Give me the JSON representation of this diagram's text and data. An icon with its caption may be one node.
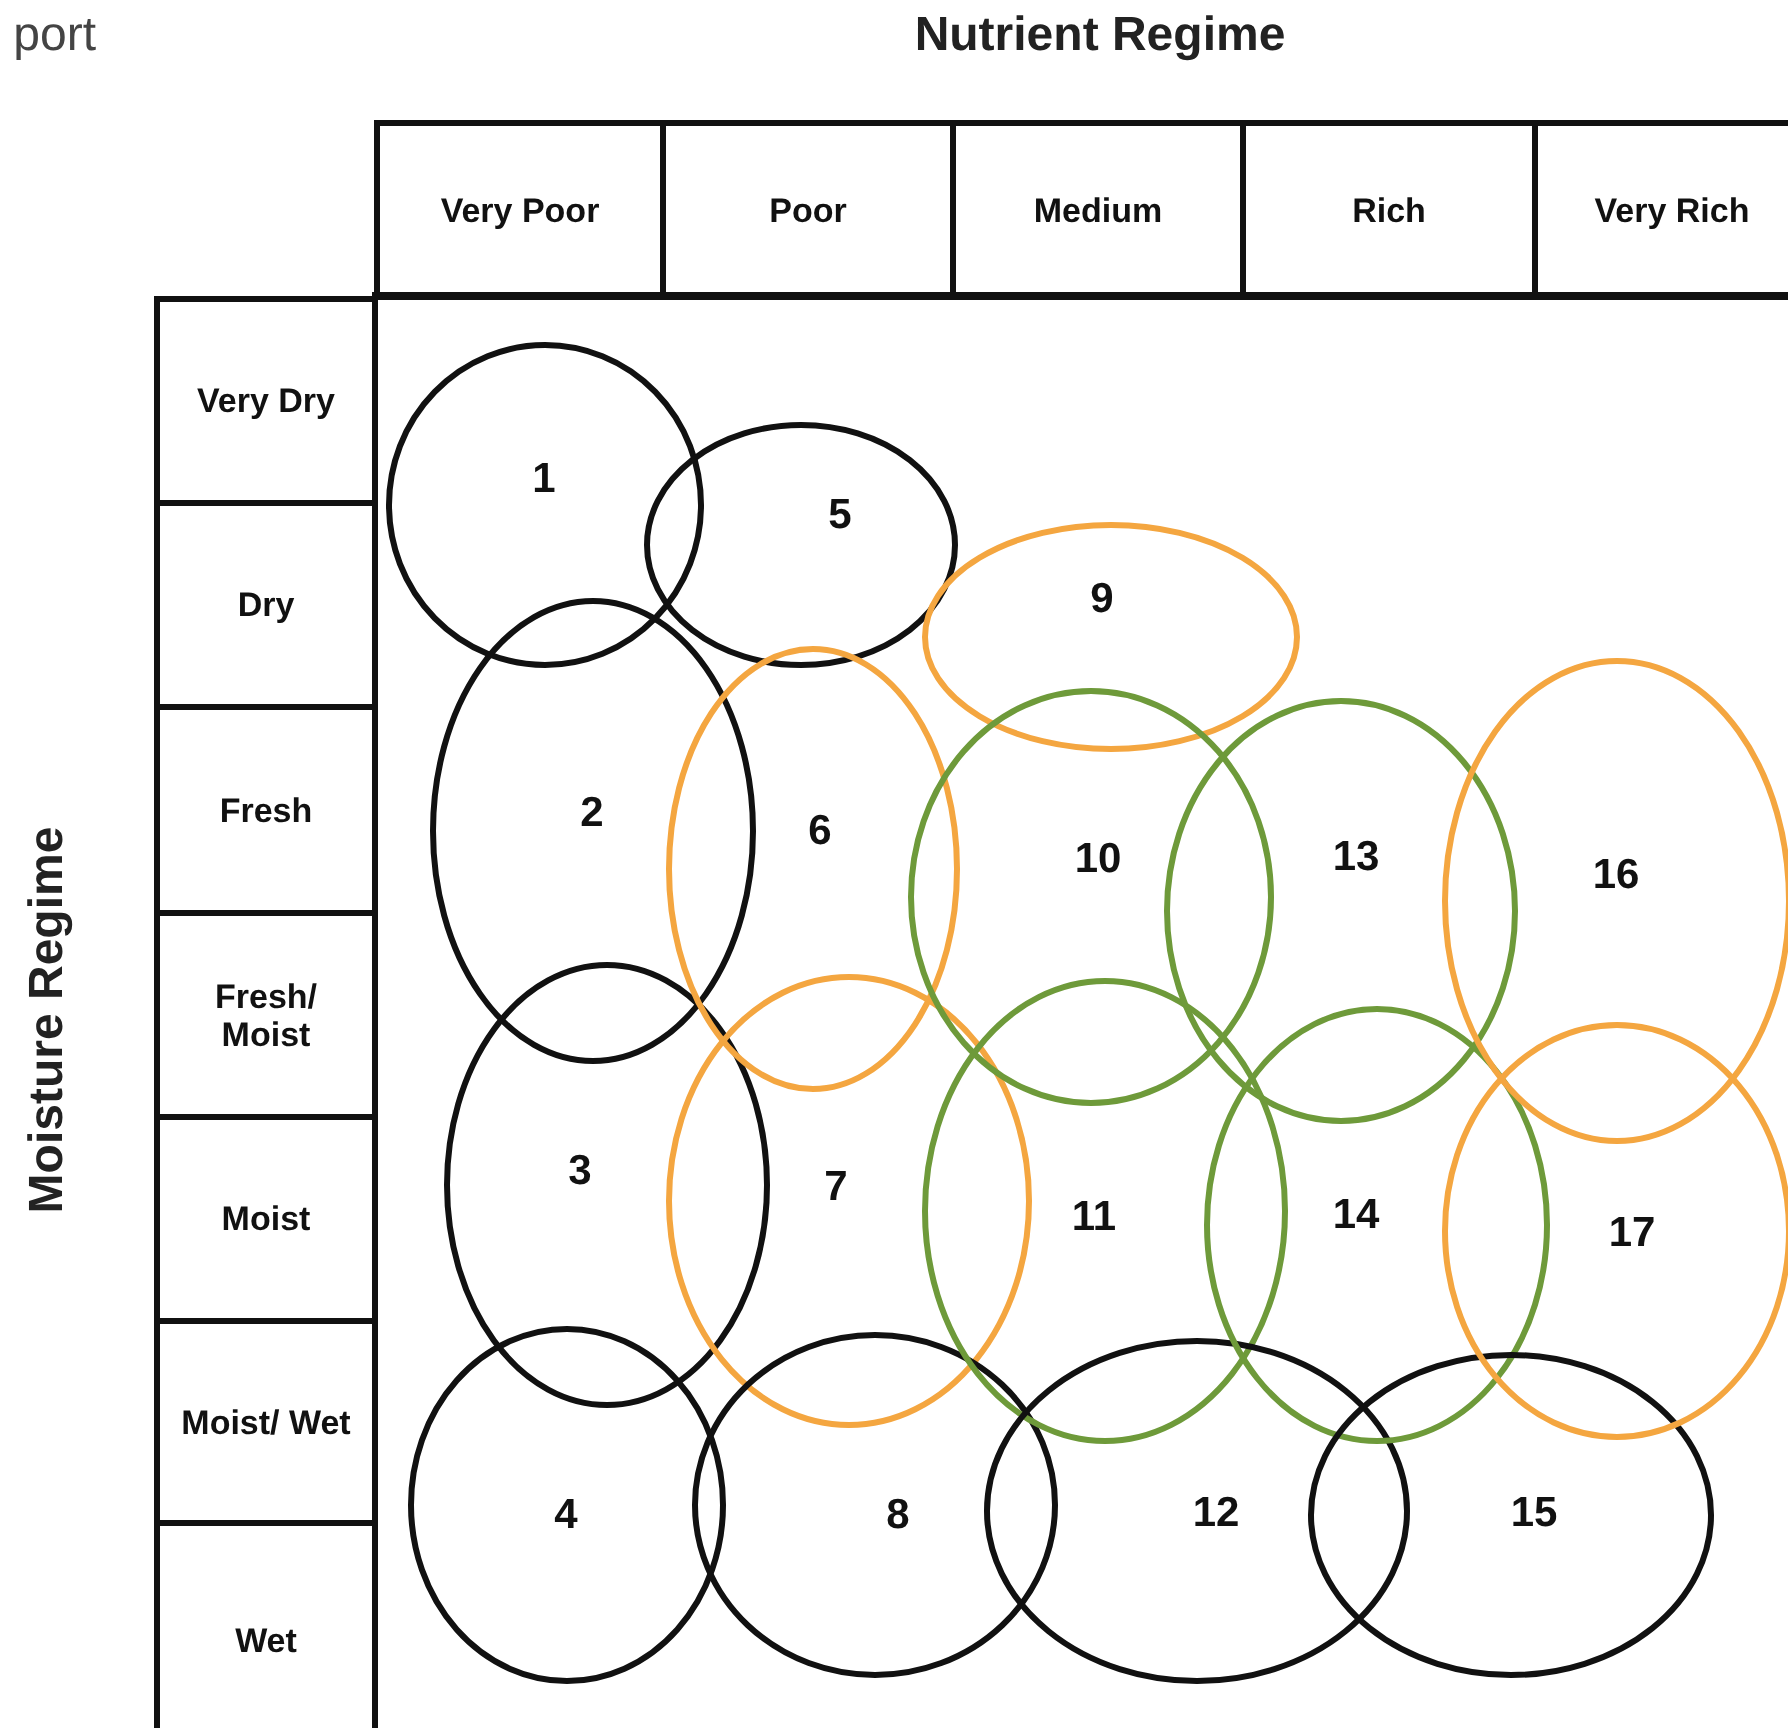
{
  "diagram": {
    "nodes": [
      {
        "text": [
          "1"
        ]
      },
      {
        "text": [
          "2"
        ]
      },
      {
        "text": [
          "3"
        ]
      },
      {
        "text": [
          "4"
        ]
      },
      {
        "text": [
          "5"
        ]
      },
      {
        "text": [
          "6"
        ]
      },
      {
        "text": [
          "7"
        ]
      },
      {
        "text": [
          "8"
        ]
      },
      {
        "text": [
          "9"
        ]
      },
      {
        "text": [
          "10"
        ]
      },
      {
        "text": [
          "11"
        ]
      },
      {
        "text": [
          "12"
        ]
      },
      {
        "text": [
          "13"
        ]
      },
      {
        "text": [
          "14"
        ]
      },
      {
        "text": [
          "15"
        ]
      },
      {
        "text": [
          "16"
        ]
      },
      {
        "text": [
          "17"
        ]
      }
    ],
    "labels": [
      "port",
      "Nutrient Regime",
      "Very Poor",
      "Poor",
      "Medium",
      "Rich",
      "Very Rich",
      "Moisture Regime",
      "Very Dry",
      "Dry",
      "Fresh",
      "Fresh/ Moist",
      "Moist",
      "Moist/ Wet",
      "Wet"
    ]
  }
}
